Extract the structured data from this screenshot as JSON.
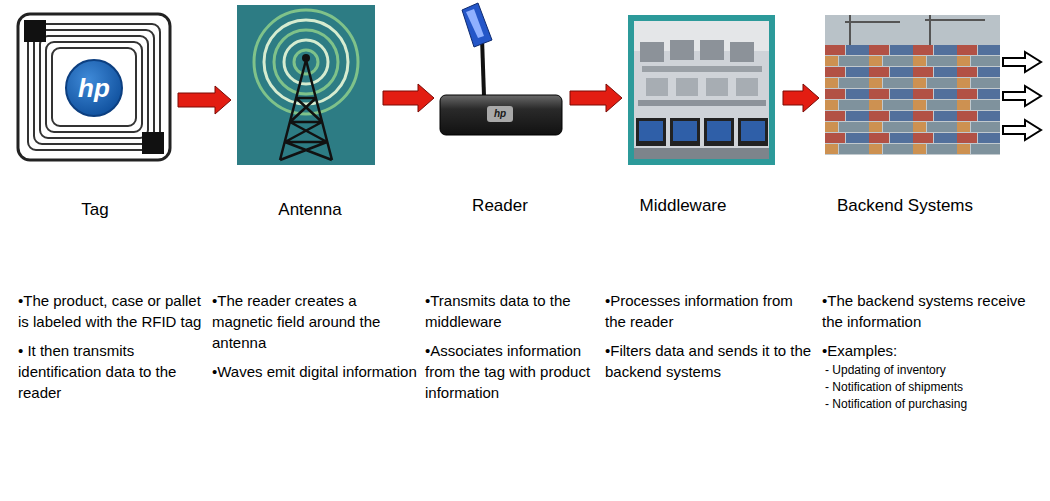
{
  "diagram": {
    "nodes": [
      {
        "text": [
          "Tag",
          "•The product, case or pallet is labeled with the RFID tag",
          "• It then transmits identification data to the reader"
        ]
      },
      {
        "text": [
          "Antenna",
          "•The reader creates a magnetic field around the antenna",
          "•Waves emit digital information"
        ]
      },
      {
        "text": [
          "Reader",
          "•Transmits data to the middleware",
          "•Associates information from the tag with product information"
        ]
      },
      {
        "text": [
          "Middleware",
          "•Processes information from the reader",
          "•Filters data and sends it to the backend systems"
        ]
      },
      {
        "text": [
          "Backend Systems",
          "•The backend systems receive the information",
          "•Examples:",
          "- Updating of inventory",
          "- Notification of shipments",
          "- Notification of purchasing"
        ]
      }
    ],
    "edges": [
      {
        "from": 0,
        "to": 1,
        "arrow": "to"
      },
      {
        "from": 1,
        "to": 2,
        "arrow": "to"
      },
      {
        "from": 2,
        "to": 3,
        "arrow": "to"
      },
      {
        "from": 3,
        "to": 4,
        "arrow": "to"
      }
    ],
    "labels": [
      "hp",
      "hp"
    ]
  }
}
